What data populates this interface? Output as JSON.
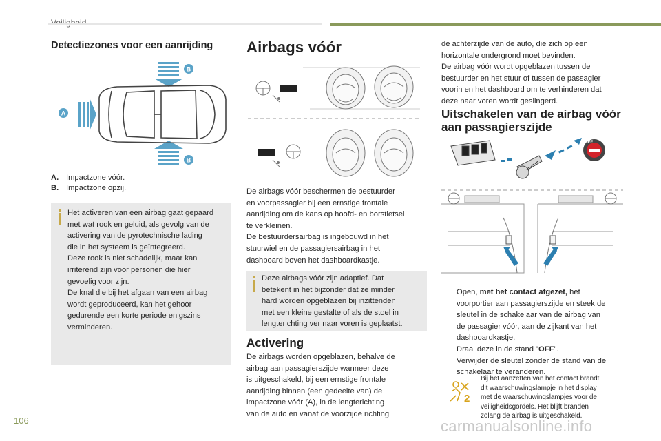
{
  "header": {
    "section": "Veiligheid"
  },
  "col1": {
    "title": "Detectiezones voor een aanrijding",
    "diagram_labels": {
      "a": "A",
      "b_top": "B",
      "b_bottom": "B"
    },
    "legend": [
      {
        "key": "A.",
        "text": "Impactzone vóór."
      },
      {
        "key": "B.",
        "text": "Impactzone opzij."
      }
    ],
    "note": [
      "Het activeren van een airbag gaat gepaard",
      "met wat rook en geluid, als gevolg van de",
      "activering van de pyrotechnische lading",
      "die in het systeem is geïntegreerd.",
      "Deze rook is niet schadelijk, maar kan",
      "irriterend zijn voor personen die hier",
      "gevoelig voor zijn.",
      "De knal die bij het afgaan van een airbag",
      "wordt geproduceerd, kan het gehoor",
      "gedurende een korte periode enigszins",
      "verminderen."
    ]
  },
  "col2": {
    "title": "Airbags vóór",
    "body": [
      "De airbags vóór beschermen de bestuurder",
      "en voorpassagier bij een ernstige frontale",
      "aanrijding om de kans op hoofd- en borstletsel",
      "te verkleinen.",
      "De bestuurdersairbag is ingebouwd in het",
      "stuurwiel en de passagiersairbag in het",
      "dashboard boven het dashboardkastje."
    ],
    "note": [
      "Deze airbags vóór zijn adaptief. Dat",
      "betekent in het bijzonder dat ze minder",
      "hard worden opgeblazen bij inzittenden",
      "met een kleine gestalte of als de stoel in",
      "lengterichting ver naar voren is geplaatst."
    ],
    "sub_title": "Activering",
    "activering": [
      "De airbags worden opgeblazen, behalve de",
      "airbag aan passagierszijde wanneer deze",
      "is uitgeschakeld, bij een ernstige frontale",
      "aanrijding binnen (een gedeelte van) de",
      "impactzone vóór (A), in de lengterichting",
      "van de auto en vanaf de voorzijde richting"
    ]
  },
  "col3": {
    "cont": [
      "de achterzijde van de auto, die zich op een",
      "horizontale ondergrond moet bevinden.",
      "De airbag vóór wordt opgeblazen tussen de",
      "bestuurder en het stuur of tussen de passagier",
      "voorin en het dashboard om te verhinderen dat",
      "deze naar voren wordt geslingerd."
    ],
    "title_line1": "Uitschakelen van de airbag vóór",
    "title_line2": "aan passagierszijde",
    "steps": [
      {
        "pre": "Open, ",
        "bold": "met het contact afgezet,",
        "post": " het"
      },
      {
        "pre": "voorportier aan passagierszijde en steek de",
        "bold": "",
        "post": ""
      },
      {
        "pre": "sleutel in de schakelaar van de airbag van",
        "bold": "",
        "post": ""
      },
      {
        "pre": "de passagier vóór, aan de zijkant van het",
        "bold": "",
        "post": ""
      },
      {
        "pre": "dashboardkastje.",
        "bold": "",
        "post": ""
      }
    ],
    "step2_pre": "Draai deze in de stand \"",
    "step2_bold": "OFF",
    "step2_post": "\".",
    "step3_l1": "Verwijder de sleutel zonder de stand van de",
    "step3_l2": "schakelaar te veranderen.",
    "bullet_glyph": "",
    "small_note": [
      "Bij het aanzetten van het contact brandt",
      "dit waarschuwingslampje in het display",
      "met de waarschuwingslampjes voor de",
      "veiligheidsgordels. Het blijft branden",
      "zolang de airbag is uitgeschakeld."
    ],
    "airbag_off_label": "OFF",
    "warn_number": "2"
  },
  "footer": {
    "page_number": "106",
    "watermark": "carmanualsonline.info"
  },
  "colors": {
    "accent_green": "#8a9a5b",
    "note_bg": "#e9e9e9",
    "label_blue": "#5aa3c8",
    "arrow_blue": "#2c7fb0",
    "off_red": "#d2232a",
    "warn_yellow": "#d8a31a"
  }
}
